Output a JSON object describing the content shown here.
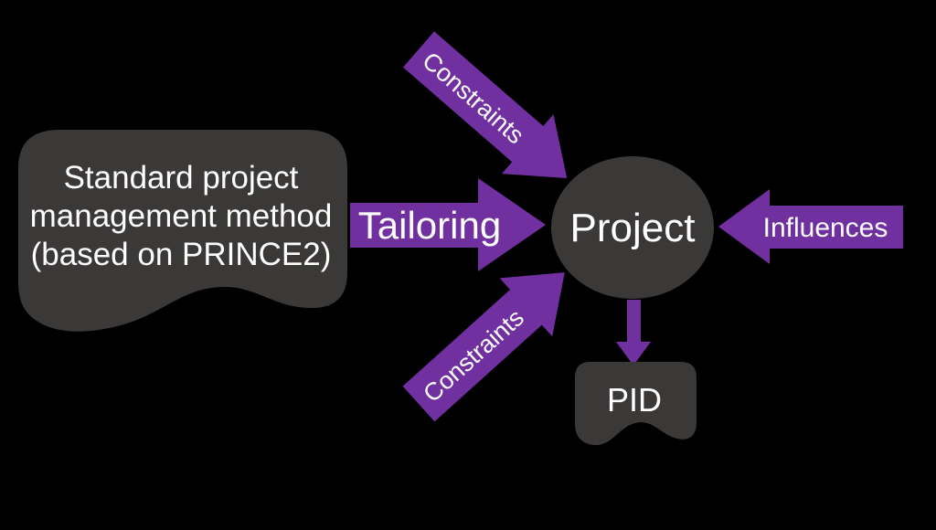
{
  "colors": {
    "background": "#000000",
    "shape_dark": "#3b3838",
    "accent_purple": "#7030a0",
    "text_white": "#ffffff"
  },
  "method_box": {
    "lines": {
      "0": "Standard project",
      "1": "management method",
      "2": "(based on PRINCE2)"
    }
  },
  "project_node": {
    "label": "Project"
  },
  "pid_node": {
    "label": "PID"
  },
  "arrows": {
    "tailoring": {
      "label": "Tailoring"
    },
    "constraints_top": {
      "label": "Constraints"
    },
    "constraints_bottom": {
      "label": "Constraints"
    },
    "influences": {
      "label": "Influences"
    }
  }
}
